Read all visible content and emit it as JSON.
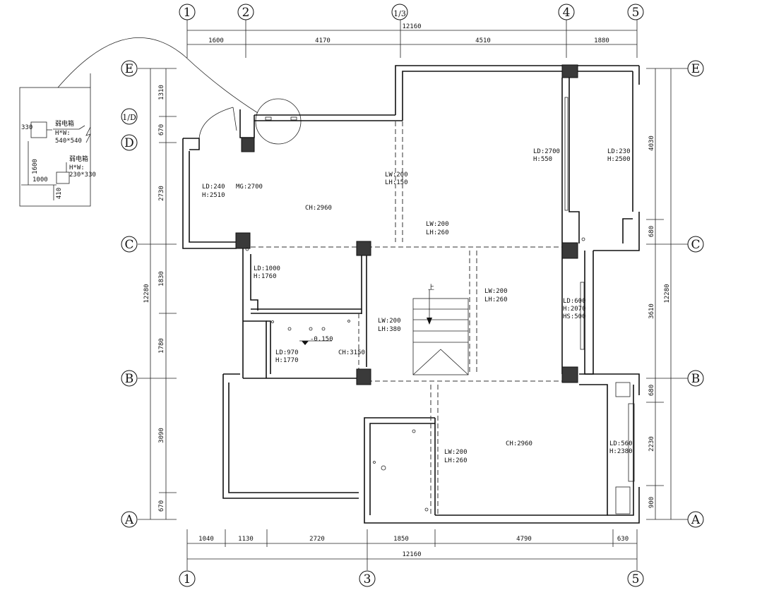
{
  "grid_top": [
    "1",
    "2",
    "1/3",
    "4",
    "5"
  ],
  "grid_bottom": [
    "1",
    "3",
    "5"
  ],
  "grid_rows": [
    "E",
    "1/D",
    "D",
    "C",
    "B",
    "A"
  ],
  "top_total": "12160",
  "top_dims": [
    "1600",
    "4170",
    "4510",
    "1880"
  ],
  "bottom_total": "12160",
  "bottom_dims": [
    "1040",
    "1130",
    "2720",
    "1850",
    "4790",
    "630"
  ],
  "left_dims": [
    "1310",
    "670",
    "2730",
    "1830",
    "1780",
    "3090",
    "670"
  ],
  "left_total": "12280",
  "right_dims": [
    "4030",
    "680",
    "3610",
    "680",
    "2230",
    "900"
  ],
  "right_total": "12280",
  "detail": {
    "box1_name": "弱电箱",
    "box1_size": "H*W:",
    "box1_size2": "540*540",
    "box2_name": "弱电箱",
    "box2_size": "H*W:",
    "box2_size2": "230*330",
    "d330": "330",
    "d1600": "1600",
    "d1000": "1000",
    "d410": "410"
  },
  "labels": {
    "ld240": "LD:240",
    "h2510": "H:2510",
    "mg2700": "MG:2700",
    "ch2960a": "CH:2960",
    "lw200a": "LW:200",
    "lh150": "LH:150",
    "lw200b": "LW:200",
    "lh260b": "LH:260",
    "ld2700": "LD:2700",
    "h550": "H:550",
    "ld230": "LD:230",
    "h2500": "H:2500",
    "ld1000": "LD:1000",
    "h1760": "H:1760",
    "up": "上",
    "lw200c": "LW:200",
    "lh260c": "LH:260",
    "ld600": "LD:600",
    "h2070": "H:2070",
    "hs500": "HS:500",
    "lw200d": "LW:200",
    "lh380": "LH:380",
    "level": "-0.150",
    "ld970": "LD:970",
    "h1770": "H:1770",
    "ch3150": "CH:3150",
    "ch2960b": "CH:2960",
    "lw200e": "LW:200",
    "lh260e": "LH:260",
    "ld560": "LD:560",
    "h2380": "H:2380"
  }
}
